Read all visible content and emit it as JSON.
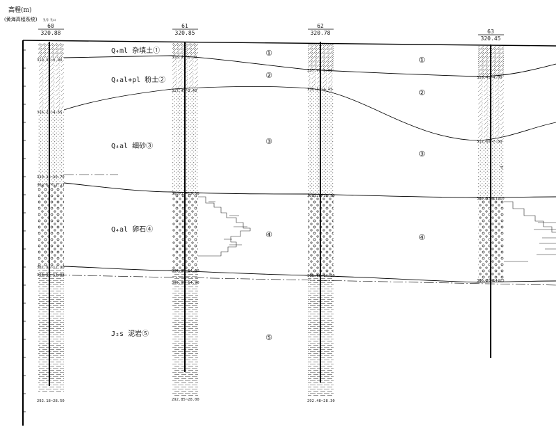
{
  "axis": {
    "title_line1": "高程(m)",
    "title_line2": "(黄海高程系统)",
    "header_small": "孔号 孔口"
  },
  "boreholes": [
    {
      "id": "60",
      "elevation": "320.88",
      "bottom_label": "292.18~28.50"
    },
    {
      "id": "61",
      "elevation": "320.85",
      "bottom_label": "292.85~28.00"
    },
    {
      "id": "62",
      "elevation": "320.78",
      "bottom_label": "292.48~28.30"
    },
    {
      "id": "63",
      "elevation": "320.45",
      "bottom_label": ""
    }
  ],
  "layers": [
    {
      "num": "①",
      "label": "Q₄ml 杂填土①"
    },
    {
      "num": "②",
      "label": "Q₄al+pl 粉土②"
    },
    {
      "num": "③",
      "label": "Q₄al 细砂③"
    },
    {
      "num": "④",
      "label": "Q₄al 卵石④"
    },
    {
      "num": "⑤",
      "label": "J₂s 泥岩⑤"
    }
  ],
  "depth_labels": {
    "b60": [
      "319.98~0.90",
      "316.23~4.65",
      "310.18~10.70",
      "309.67~11.21",
      "307.98~12.90",
      "306.90~13.98"
    ],
    "b61": [
      "318.95~1.90",
      "317.45~3.40",
      "308.35~12.50",
      "306.85~14.00",
      "305.95~14.90"
    ],
    "b62": [
      "317.78~3.00",
      "316.33~4.45",
      "308.28~12.50",
      "306.58~14.20"
    ],
    "b63": [
      "316.45~4.00",
      "312.65~7.80",
      "309.35~11.10",
      "306.20~14.25"
    ]
  },
  "notes": {
    "water_mark": "▽"
  }
}
